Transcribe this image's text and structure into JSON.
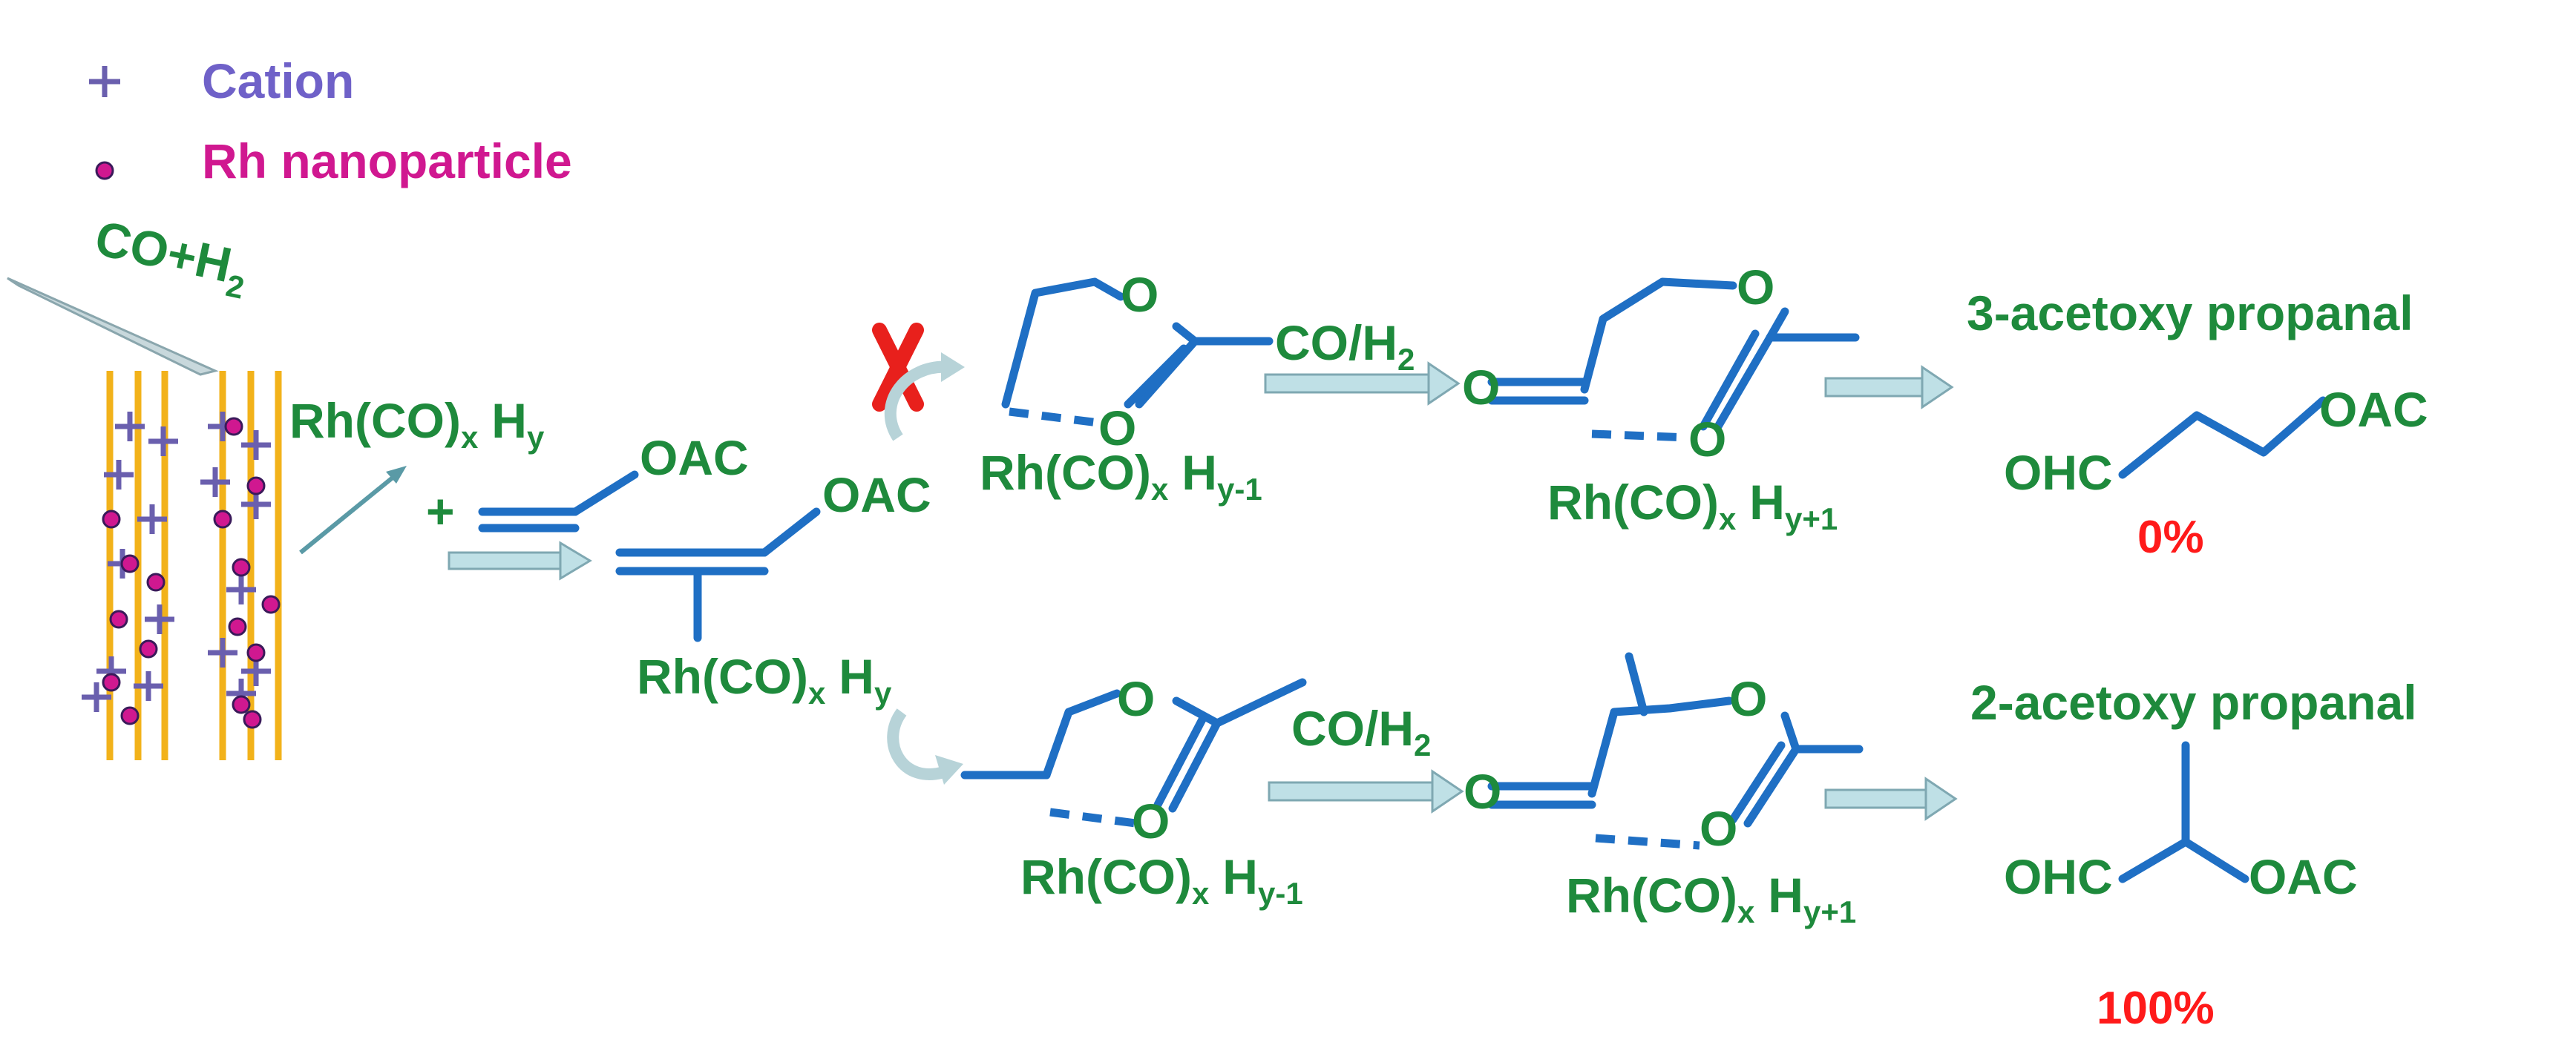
{
  "legend": {
    "cation_label": "Cation",
    "rh_label": "Rh nanoparticle"
  },
  "feed": {
    "gas_label": "CO+H",
    "gas_sub": "2"
  },
  "catalyst": {
    "rh": "Rh(CO)",
    "rh_x": "x",
    "rh_h": "H",
    "rh_y": "y"
  },
  "substrate": {
    "plus": "+",
    "oac": "OAC"
  },
  "intermediate": {
    "oac": "OAC",
    "rh": "Rh(CO)",
    "x": "x",
    "h": "H",
    "y": "y"
  },
  "top_path": {
    "ring_o1": "O",
    "ring_o2": "O",
    "co_h2": "CO/H",
    "co_h2_sub": "2",
    "rh1": "Rh(CO)",
    "rh1_x": "x",
    "rh1_h": "H",
    "rh1_y": "y-1",
    "ring2_o1": "O",
    "ring2_o2": "O",
    "ring2_exo": "O",
    "rh2": "Rh(CO)",
    "rh2_x": "x",
    "rh2_h": "H",
    "rh2_y": "y+1",
    "product_title": "3-acetoxy propanal",
    "ohc": "OHC",
    "oac": "OAC",
    "yield": "0%"
  },
  "bottom_path": {
    "ring_o1": "O",
    "ring_o2": "O",
    "co_h2": "CO/H",
    "co_h2_sub": "2",
    "rh1": "Rh(CO)",
    "rh1_x": "x",
    "rh1_h": "H",
    "rh1_y": "y-1",
    "ring2_o1": "O",
    "ring2_o2": "O",
    "ring2_exo": "O",
    "rh2": "Rh(CO)",
    "rh2_x": "x",
    "rh2_h": "H",
    "rh2_y": "y+1",
    "product_title": "2-acetoxy propanal",
    "ohc": "OHC",
    "oac": "OAC",
    "yield": "100%"
  },
  "colors": {
    "label_green": "#1e8a3c",
    "bond_blue": "#1f6fc4",
    "cation_purple": "#6f61c8",
    "rh_magenta": "#d01890",
    "yield_red": "#ff1a1a",
    "rod_yellow": "#f2b21a",
    "block_x_red": "#e8201c"
  },
  "icons": {
    "blocked": "red-x-icon",
    "process_arrow": "block-arrow-icon",
    "rotate_arrow": "curved-arrow-icon"
  }
}
